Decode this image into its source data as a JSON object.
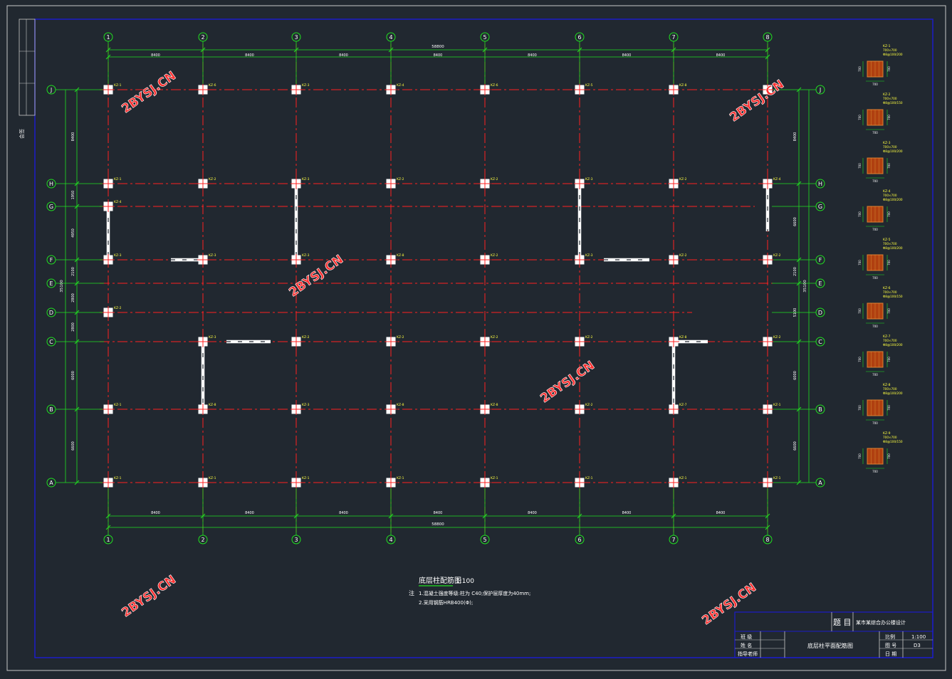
{
  "grid": {
    "columns": [
      "1",
      "2",
      "3",
      "4",
      "5",
      "6",
      "7",
      "8"
    ],
    "rows": [
      "J",
      "H",
      "G",
      "F",
      "E",
      "D",
      "C",
      "B",
      "A"
    ],
    "col_spacing_labels": [
      "8400",
      "8400",
      "8400",
      "8400",
      "8400",
      "8400",
      "8400"
    ],
    "total_length_label": "58800",
    "left_row_spacing_labels": [
      "8400",
      "1950",
      "4950",
      "2100",
      "2800",
      "2800",
      "6000",
      "6600"
    ],
    "left_total_label": "35100",
    "right_row_spacing_labels": [
      "8400",
      "6600",
      "2100",
      "5100",
      "6000",
      "6600"
    ],
    "right_total_label": "35100"
  },
  "columns_table": [
    [
      "KZ-1",
      "KZ-6",
      "KZ-3",
      "KZ-4",
      "KZ-6",
      "KZ-5",
      "KZ-8",
      "KZ-3"
    ],
    [
      "KZ-1",
      "KZ-2",
      "KZ-3",
      "KZ-2",
      "KZ-2",
      "KZ-3",
      "KZ-2",
      "KZ-4"
    ],
    [
      "KZ-4",
      "",
      "",
      "",
      "",
      "",
      "",
      ""
    ],
    [
      "KZ-3",
      "KZ-3",
      "KZ-3",
      "KZ-8",
      "KZ-2",
      "KZ-3",
      "KZ-2",
      "KZ-2"
    ],
    [
      "",
      "",
      "",
      "",
      "",
      "",
      "",
      ""
    ],
    [
      "KZ-2",
      "",
      "",
      "",
      "",
      "",
      "",
      ""
    ],
    [
      "",
      "KZ-3",
      "KZ-2",
      "KZ-2",
      "KZ-2",
      "KZ-2",
      "KZ-8",
      "KZ-2"
    ],
    [
      "KZ-1",
      "KZ-8",
      "KZ-3",
      "KZ-8",
      "KZ-8",
      "KZ-2",
      "KZ-7",
      "KZ-1"
    ],
    [
      "KZ-1",
      "KZ-1",
      "KZ-1",
      "KZ-1",
      "KZ-1",
      "KZ-1",
      "KZ-1",
      "KZ-1"
    ]
  ],
  "watermark": "2BYSJ.CN",
  "drawing_title": "底层柱配筋图",
  "drawing_scale": "1:100",
  "notes_label": "注",
  "notes": [
    "1.混凝土强度等级:柱为 C40;保护层厚度为40mm;",
    "2.采用钢筋HRB400(Φ);"
  ],
  "details": [
    {
      "name": "KZ-1",
      "size": "700×700",
      "rebar": "Φ8@100/200",
      "width": "700",
      "height": "700"
    },
    {
      "name": "KZ-2",
      "size": "700×700",
      "rebar": "Φ8@100/150",
      "width": "700",
      "height": "700"
    },
    {
      "name": "KZ-3",
      "size": "700×700",
      "rebar": "Φ8@100/200",
      "width": "700",
      "height": "700"
    },
    {
      "name": "KZ-4",
      "size": "700×700",
      "rebar": "Φ8@100/200",
      "width": "700",
      "height": "700"
    },
    {
      "name": "KZ-5",
      "size": "700×700",
      "rebar": "Φ8@100/200",
      "width": "700",
      "height": "700"
    },
    {
      "name": "KZ-6",
      "size": "700×700",
      "rebar": "Φ8@100/150",
      "width": "700",
      "height": "700"
    },
    {
      "name": "KZ-7",
      "size": "700×700",
      "rebar": "Φ8@100/200",
      "width": "700",
      "height": "700"
    },
    {
      "name": "KZ-8",
      "size": "700×700",
      "rebar": "Φ8@100/200",
      "width": "700",
      "height": "700"
    },
    {
      "name": "KZ-9",
      "size": "700×700",
      "rebar": "Φ8@100/150",
      "width": "700",
      "height": "700"
    }
  ],
  "title_block": {
    "topic_label": "题 目",
    "topic_value": "某市某综合办公楼设计",
    "left_labels": [
      "班 级",
      "姓 名",
      "指导老师"
    ],
    "center_value": "底层柱平面配筋图",
    "right_labels": [
      "比例",
      "图 号",
      "日 期"
    ],
    "right_values": [
      "1:100",
      "D3",
      ""
    ]
  },
  "side_strip": [
    "会签"
  ],
  "colors": {
    "background": "#212830",
    "frame_outer": "#c8c8c8",
    "frame_inner": "#1c1cc8",
    "axis_line": "#ff2020",
    "dimension": "#20e020",
    "column": "#ffffff",
    "label": "#ffff40",
    "watermark": "#ff3030"
  }
}
